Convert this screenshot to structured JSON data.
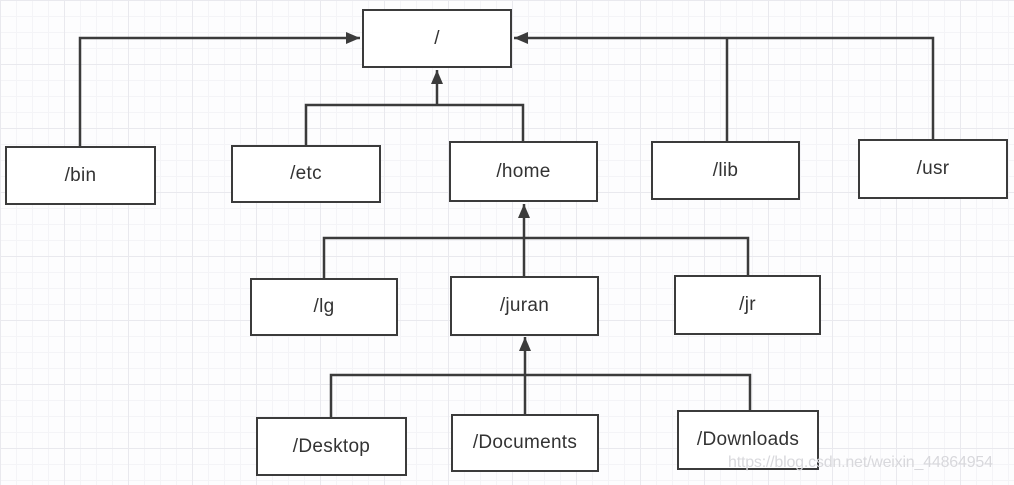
{
  "diagram": {
    "type": "tree",
    "nodes": {
      "root": {
        "label": "/"
      },
      "bin": {
        "label": "/bin"
      },
      "etc": {
        "label": "/etc"
      },
      "home": {
        "label": "/home"
      },
      "lib": {
        "label": "/lib"
      },
      "usr": {
        "label": "/usr"
      },
      "lg": {
        "label": "/lg"
      },
      "juran": {
        "label": "/juran"
      },
      "jr": {
        "label": "/jr"
      },
      "desktop": {
        "label": "/Desktop"
      },
      "documents": {
        "label": "/Documents"
      },
      "downloads": {
        "label": "/Downloads"
      }
    },
    "edges": [
      {
        "from": "/bin",
        "to": "/"
      },
      {
        "from": "/etc",
        "to": "/"
      },
      {
        "from": "/home",
        "to": "/"
      },
      {
        "from": "/lib",
        "to": "/"
      },
      {
        "from": "/usr",
        "to": "/"
      },
      {
        "from": "/lg",
        "to": "/home"
      },
      {
        "from": "/juran",
        "to": "/home"
      },
      {
        "from": "/jr",
        "to": "/home"
      },
      {
        "from": "/Desktop",
        "to": "/juran"
      },
      {
        "from": "/Documents",
        "to": "/juran"
      },
      {
        "from": "/Downloads",
        "to": "/juran"
      }
    ],
    "colors": {
      "stroke": "#3b3b3b",
      "node_fill": "#ffffff",
      "text": "#333333",
      "grid_minor": "#f4f4f7",
      "grid_major": "#e9e9ee",
      "watermark": "#d8d8dc"
    }
  },
  "watermark": {
    "text": "https://blog.csdn.net/weixin_44864954"
  }
}
